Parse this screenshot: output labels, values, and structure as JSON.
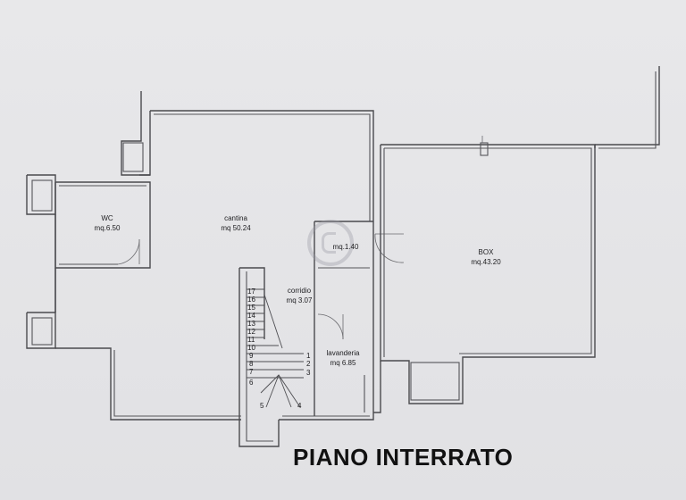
{
  "plan": {
    "title": "PIANO INTERRATO",
    "rooms": [
      {
        "name": "WC",
        "area": "mq.6.50"
      },
      {
        "name": "cantina",
        "area": "mq 50.24"
      },
      {
        "name": "",
        "area": "mq.1.40"
      },
      {
        "name": "BOX",
        "area": "mq.43.20"
      },
      {
        "name": "corridio",
        "area": "mq 3.07"
      },
      {
        "name": "lavanderia",
        "area": "mq 6.85"
      }
    ],
    "stair_left": [
      "17",
      "16",
      "15",
      "14",
      "13",
      "12",
      "11",
      "10",
      "9",
      "8",
      "7",
      "6"
    ],
    "stair_right": [
      "1",
      "2",
      "3"
    ],
    "stair_bottom": [
      "5",
      "4"
    ]
  }
}
